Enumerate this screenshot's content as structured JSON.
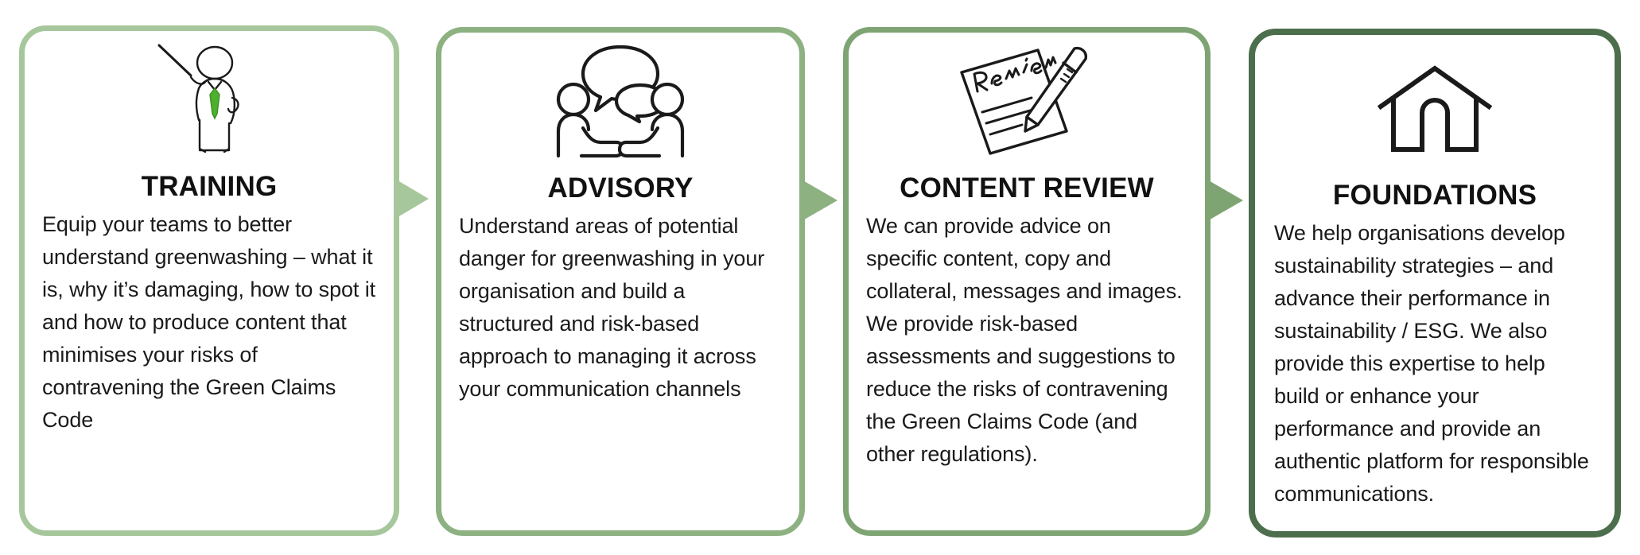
{
  "diagram": {
    "type": "process-flow",
    "direction": "left-to-right",
    "step_count": 4
  },
  "cards": [
    {
      "id": "training",
      "icon": "teacher-pointer-icon",
      "title": "TRAINING",
      "body": "Equip your teams to better understand greenwashing – what it is, why it’s damaging, how to spot it and how to produce content that minimises your risks of contravening the Green Claims Code",
      "border_color": "#a6c79b"
    },
    {
      "id": "advisory",
      "icon": "two-people-conversation-icon",
      "title": "ADVISORY",
      "body": "Understand areas of potential danger for greenwashing in your organisation and build a structured and risk-based approach to managing it across your communication channels",
      "border_color": "#8db181"
    },
    {
      "id": "content-review",
      "icon": "review-document-pen-icon",
      "title": "CONTENT REVIEW",
      "body": "We can provide advice on specific content, copy and collateral, messages and images. We provide risk-based assessments and suggestions to reduce the risks of contravening the Green Claims Code (and other regulations).",
      "border_color": "#7fa473"
    },
    {
      "id": "foundations",
      "icon": "house-foundation-icon",
      "title": "FOUNDATIONS",
      "body": "We help organisations develop sustainability strategies – and advance their performance in sustainability / ESG. We also provide this expertise to help build or enhance your performance and provide an authentic platform for responsible communications.",
      "border_color": "#4d6e4c"
    }
  ],
  "arrows": [
    {
      "id": "arrow-training-to-advisory",
      "color": "#a6c79b"
    },
    {
      "id": "arrow-advisory-to-content-review",
      "color": "#8db181"
    },
    {
      "id": "arrow-content-review-to-foundations",
      "color": "#7fa473"
    }
  ],
  "palette": {
    "background": "#ffffff",
    "text": "#1a1a1a",
    "title": "#111111",
    "icon_stroke": "#1a1a1a",
    "tie_green": "#4caf2e"
  }
}
